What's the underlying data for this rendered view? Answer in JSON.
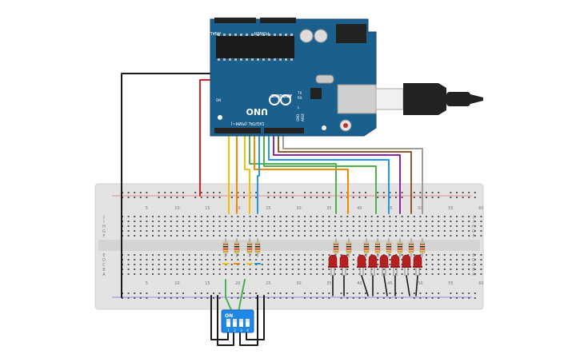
{
  "arduino": {
    "model": "UNO",
    "brand": "ARDUINO",
    "header_digital": "DIGITAL (PWM~)",
    "header_analog": "ANALOG IN",
    "header_power": "POWER",
    "label_tx": "TX",
    "label_rx": "RX",
    "label_l": "L",
    "label_on": "ON",
    "label_aref": "AREF",
    "label_gnd": "GND"
  },
  "breadboard": {
    "column_numbers": [
      "5",
      "10",
      "15",
      "20",
      "25",
      "30",
      "35",
      "40",
      "45",
      "50",
      "55",
      "60"
    ],
    "rows_top": [
      "J",
      "I",
      "H",
      "G",
      "F"
    ],
    "rows_bottom": [
      "E",
      "D",
      "C",
      "B",
      "A"
    ]
  },
  "dip_switch": {
    "label_on": "ON",
    "positions": [
      "1",
      "2",
      "3",
      "4"
    ]
  },
  "colors": {
    "board": "#1b5f8c",
    "breadboard": "#e2e2e2",
    "led": "#b52020",
    "wire_red": "#e02020",
    "wire_black": "#1a1a1a",
    "wire_yellow": "#f2c200",
    "wire_orange": "#f08a00",
    "wire_green": "#4caf50",
    "wire_blue": "#2196f3",
    "wire_purple": "#8e24aa",
    "wire_brown": "#8d5a2b",
    "wire_gray": "#9e9e9e",
    "dip_body": "#1e88e5"
  }
}
